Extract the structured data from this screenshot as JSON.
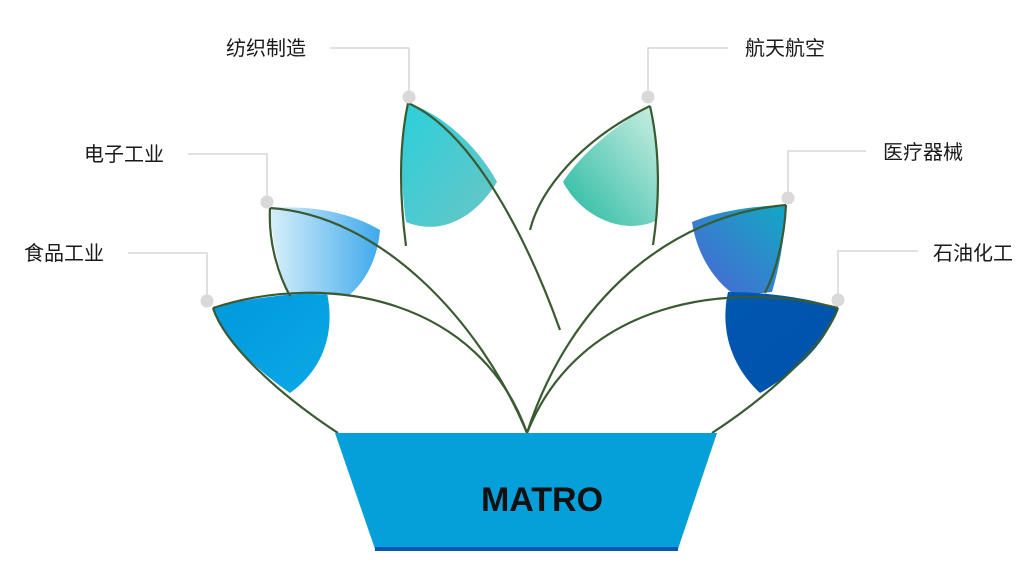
{
  "brand": {
    "name": "MATRO",
    "pot_color": "#05A0DA",
    "pot_base_color": "#0A55B5"
  },
  "industries": [
    {
      "label": "食品工业",
      "colors": [
        "#0099DD",
        "#0BA8E5"
      ]
    },
    {
      "label": "电子工业",
      "colors": [
        "#D8F0FB",
        "#3FA9EC"
      ]
    },
    {
      "label": "纺织制造",
      "colors": [
        "#2BD0DB",
        "#6AC5C5"
      ]
    },
    {
      "label": "航天航空",
      "colors": [
        "#CDEFE3",
        "#22B8A0"
      ]
    },
    {
      "label": "医疗器械",
      "colors": [
        "#4E62D4",
        "#12A9C4"
      ]
    },
    {
      "label": "石油化工",
      "colors": [
        "#0058B0",
        "#0051A8"
      ]
    }
  ],
  "stem_color": "#3A5A32",
  "connector_color": "#CFCFCF",
  "dot_color": "#D9D9D9"
}
